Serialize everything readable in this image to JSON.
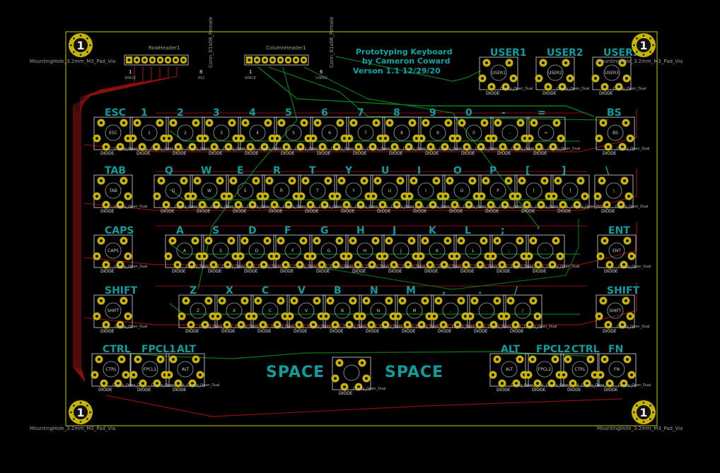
{
  "title_block": {
    "line1": "Prototyping Keyboard",
    "line2": "by Cameron Coward",
    "line3": "Verson 1.1 12/29/20"
  },
  "mounting_hole_label": "MountingHole_3.2mm_M3_Pad_Via",
  "mounting_hole_pin": "1",
  "row_header": {
    "name": "RowHeader1",
    "part": "Conn_01x08_Female",
    "pin_first": "1",
    "pin_last": "8",
    "first_net": "SPACE",
    "last_net": "ESC"
  },
  "column_header": {
    "name": "ColumnHeader1",
    "part": "Conn_01x06_Female",
    "pin_first": "1",
    "pin_last": "6",
    "first_net": "SPACE",
    "last_net": "USER3"
  },
  "footprint_texts": {
    "diode": "DIODE",
    "switch": "Cherry_Open_Dual"
  },
  "user_keys": [
    "USER1",
    "USER2",
    "USER3"
  ],
  "rows": [
    [
      "ESC",
      "1",
      "2",
      "3",
      "4",
      "5",
      "6",
      "7",
      "8",
      "9",
      "0",
      "-",
      "=",
      "BS"
    ],
    [
      "TAB",
      "Q",
      "W",
      "E",
      "R",
      "T",
      "Y",
      "U",
      "I",
      "O",
      "P",
      "[",
      "]",
      "\\"
    ],
    [
      "CAPS",
      "A",
      "S",
      "D",
      "F",
      "G",
      "H",
      "J",
      "K",
      "L",
      ";",
      "'",
      "ENT"
    ],
    [
      "SHIFT",
      "Z",
      "X",
      "C",
      "V",
      "B",
      "N",
      "M",
      ",",
      ".",
      "/",
      "SHIFT"
    ],
    [
      "CTRL",
      "FPCL1",
      "ALT",
      "ALT",
      "FPCL2",
      "CTRL",
      "FN"
    ]
  ],
  "space_labels": [
    "SPACE",
    "SPACE"
  ],
  "colors": {
    "background": "#000000",
    "board_outline": "#c8c800",
    "pad": "#c8b400",
    "front_copper": "#8a1010",
    "back_copper": "#0a7a1a",
    "silkscreen": "#0f9d9d"
  }
}
